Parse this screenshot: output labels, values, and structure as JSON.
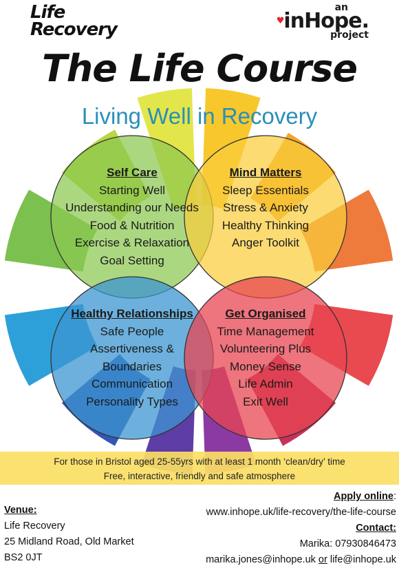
{
  "logos": {
    "left_line1": "Life",
    "left_line2": "Recovery",
    "right_an": "an",
    "right_main": "inHope.",
    "right_project": "project"
  },
  "header": {
    "title": "The Life Course",
    "subtitle": "Living Well in Recovery"
  },
  "colors": {
    "subtitle": "#2a8fb8",
    "green": "#7cc04f",
    "yellow": "#f5c12e",
    "blue": "#2f8ccb",
    "red": "#e33a46",
    "band": "#fade64"
  },
  "quadrants": {
    "self_care": {
      "heading": "Self Care",
      "items": [
        "Starting Well",
        "Understanding our Needs",
        "Food & Nutrition",
        "Exercise & Relaxation",
        "Goal Setting"
      ]
    },
    "mind_matters": {
      "heading": "Mind Matters",
      "items": [
        "Sleep Essentials",
        "Stress & Anxiety",
        "Healthy Thinking",
        "Anger Toolkit"
      ]
    },
    "healthy_relationships": {
      "heading": "Healthy Relationships",
      "items": [
        "Safe People",
        "Assertiveness &",
        "Boundaries",
        "Communication",
        "Personality Types"
      ]
    },
    "get_organised": {
      "heading": "Get Organised",
      "items": [
        "Time Management",
        "Volunteering Plus",
        "Money Sense",
        "Life Admin",
        "Exit Well"
      ]
    }
  },
  "band": {
    "line1": "For those in Bristol aged 25-55yrs with at least 1 month ‘clean/dry’ time",
    "line2": "Free, interactive, friendly and safe atmosphere"
  },
  "venue": {
    "label": "Venue:",
    "line1": "Life Recovery",
    "line2": "25 Midland Road, Old Market",
    "line3": "BS2 0JT"
  },
  "contact": {
    "apply_label": "Apply online",
    "apply_colon": ":",
    "url": "www.inhope.uk/life-recovery/the-life-course",
    "contact_label": "Contact:",
    "phone": "Marika: 07930846473",
    "email1": "marika.jones@inhope.uk",
    "or_word": "or",
    "email2": "life@inhope.uk"
  }
}
